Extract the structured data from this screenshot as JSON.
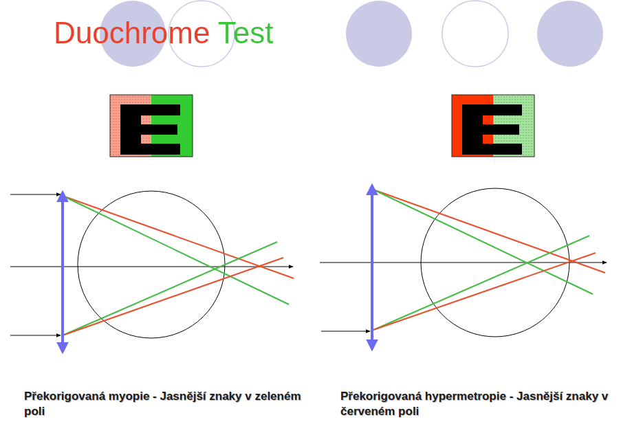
{
  "diagram": {
    "title": "Duochrome Test",
    "labels": [
      "Překorigovaná myopie - Jasnější znaky v zeleném poli",
      "Překorigovaná hypermetropie - Jasnější znaky v červeném poli"
    ]
  }
}
